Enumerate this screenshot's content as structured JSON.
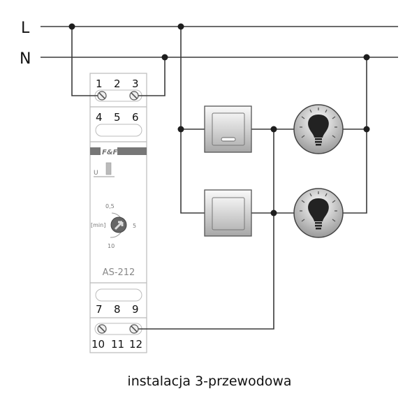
{
  "diagram": {
    "lines": {
      "phase_label": "L",
      "neutral_label": "N"
    },
    "module": {
      "brand": "F&F",
      "model": "AS-212",
      "indicator_label": "U",
      "terminals_top_row1": [
        "1",
        "2",
        "3"
      ],
      "terminals_top_row2": [
        "4",
        "5",
        "6"
      ],
      "terminals_bottom_row1": [
        "7",
        "8",
        "9"
      ],
      "terminals_bottom_row2": [
        "10",
        "11",
        "12"
      ],
      "knob": {
        "unit_label": "[min]",
        "scale_min": "0,5",
        "scale_mid": "5",
        "scale_max": "10"
      }
    },
    "components": [
      {
        "type": "push-button",
        "id": "switch-1"
      },
      {
        "type": "push-button",
        "id": "switch-2"
      },
      {
        "type": "lamp",
        "id": "lamp-1"
      },
      {
        "type": "lamp",
        "id": "lamp-2"
      }
    ],
    "caption": "instalacja 3-przewodowa"
  }
}
